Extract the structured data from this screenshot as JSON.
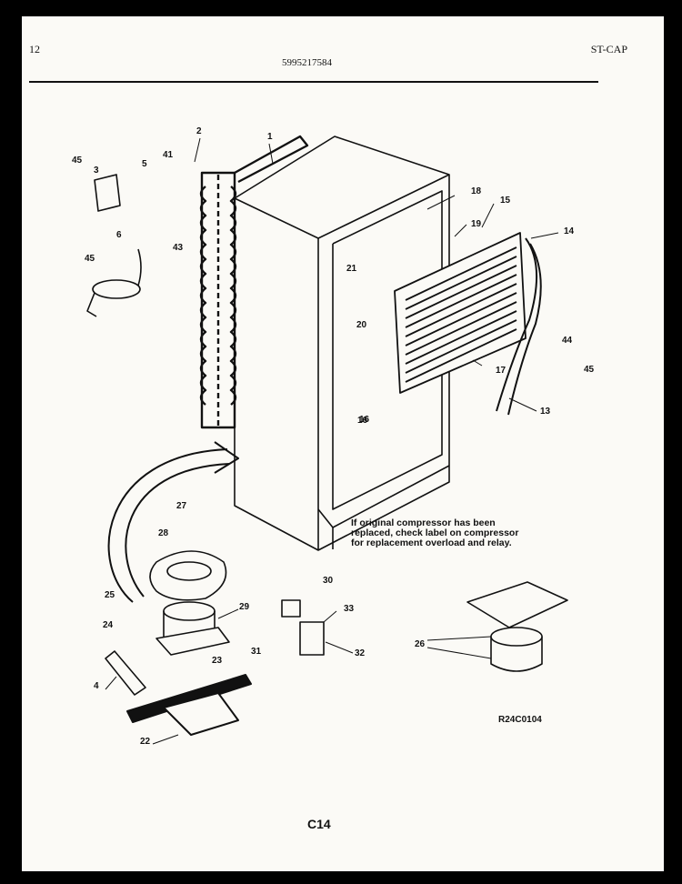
{
  "header": {
    "page_left": "12",
    "part_number": "5995217584",
    "section_code": "ST-CAP"
  },
  "labels": [
    "1",
    "2",
    "3",
    "5",
    "6",
    "14",
    "15",
    "16",
    "17",
    "19",
    "20",
    "21",
    "41",
    "43",
    "45",
    "45",
    "44",
    "45",
    "13",
    "16",
    "18",
    "27",
    "28",
    "25",
    "24",
    "4",
    "23",
    "22",
    "29",
    "30",
    "31",
    "33",
    "32",
    "26"
  ],
  "note": "If original compressor has been replaced, check label on compressor for replacement overload and relay.",
  "diagram_code": "R24C0104",
  "page_footer": "C14"
}
